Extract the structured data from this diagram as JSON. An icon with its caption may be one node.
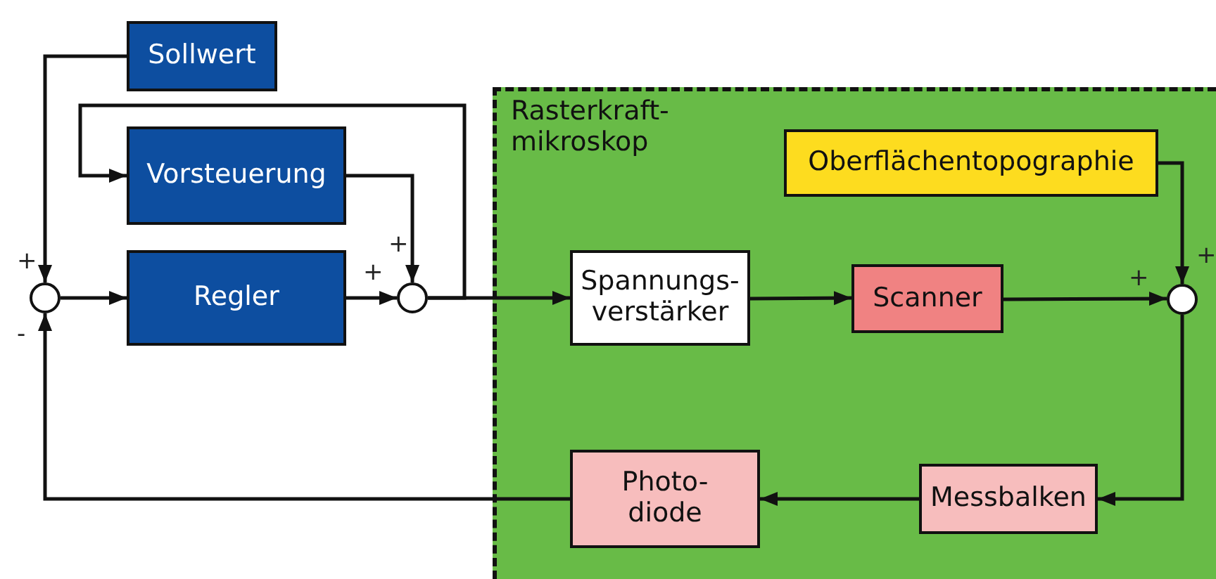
{
  "diagram": {
    "nodes": [
      {
        "text": [
          "Sollwert"
        ]
      },
      {
        "text": [
          "Vorsteuerung"
        ]
      },
      {
        "text": [],
        "shape": "circle"
      },
      {
        "text": [
          "Regler"
        ]
      },
      {
        "text": [],
        "shape": "circle"
      },
      {
        "text": [
          "Rasterkraft- mikroskop"
        ]
      },
      {
        "text": [
          "Oberflächentopographie"
        ],
        "in": 5
      },
      {
        "text": [
          "Spannungs- verstärker"
        ],
        "in": 5
      },
      {
        "text": [
          "Scanner"
        ],
        "in": 5
      },
      {
        "text": [],
        "shape": "circle",
        "in": 5
      },
      {
        "text": [
          "Messbalken"
        ],
        "in": 5
      },
      {
        "text": [
          "Photo- diode"
        ],
        "in": 5
      }
    ],
    "edges": [
      {
        "from": 0,
        "to": 2,
        "arrow": "to"
      },
      {
        "from": 2,
        "to": 3,
        "arrow": "to"
      },
      {
        "from": 3,
        "to": 4,
        "arrow": "to"
      },
      {
        "from": 1,
        "to": 4,
        "arrow": "to"
      },
      {
        "from": 4,
        "to": 7,
        "arrow": "to"
      },
      {
        "from": 4,
        "to": 1,
        "arrow": "to"
      },
      {
        "from": 7,
        "to": 8,
        "arrow": "to"
      },
      {
        "from": 8,
        "to": 9,
        "arrow": "to"
      },
      {
        "from": 6,
        "to": 9,
        "arrow": "to"
      },
      {
        "from": 9,
        "to": 10,
        "arrow": "to"
      },
      {
        "from": 10,
        "to": 11,
        "arrow": "to"
      },
      {
        "from": 11,
        "to": 2,
        "arrow": "to"
      }
    ],
    "labels": [
      "+",
      "-",
      "+",
      "+",
      "+",
      "+"
    ]
  }
}
